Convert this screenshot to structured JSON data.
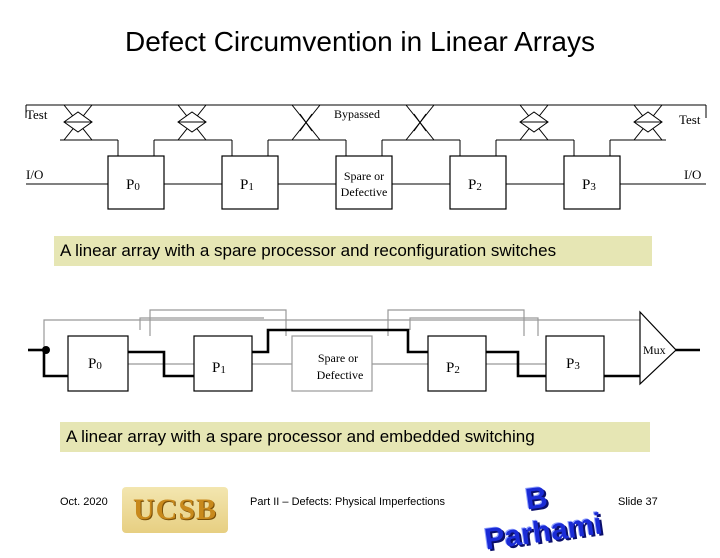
{
  "title": "Defect Circumvention in Linear Arrays",
  "diagram1": {
    "labels": {
      "test_left": "Test",
      "test_right": "Test",
      "io_left": "I/O",
      "io_right": "I/O",
      "bypassed": "Bypassed"
    },
    "processors": [
      {
        "name": "P",
        "sub": "0"
      },
      {
        "name": "P",
        "sub": "1"
      },
      {
        "name": "Spare or",
        "name2": "Defective"
      },
      {
        "name": "P",
        "sub": "2"
      },
      {
        "name": "P",
        "sub": "3"
      }
    ],
    "caption": "A linear array with a spare processor and reconfiguration switches"
  },
  "diagram2": {
    "processors": [
      {
        "name": "P",
        "sub": "0"
      },
      {
        "name": "P",
        "sub": "1"
      },
      {
        "name": "Spare or",
        "name2": "Defective"
      },
      {
        "name": "P",
        "sub": "2"
      },
      {
        "name": "P",
        "sub": "3"
      }
    ],
    "mux_label": "Mux",
    "caption": "A linear array with a spare processor and embedded switching"
  },
  "footer": {
    "date": "Oct. 2020",
    "center": "Part II – Defects: Physical Imperfections",
    "slide": "Slide 37",
    "logo_left_text": "UCSB",
    "logo_right_text": "B Parhami"
  },
  "colors": {
    "caption_bg": "#e6e6b4",
    "line_light": "#999999",
    "line_dark": "#000000"
  }
}
